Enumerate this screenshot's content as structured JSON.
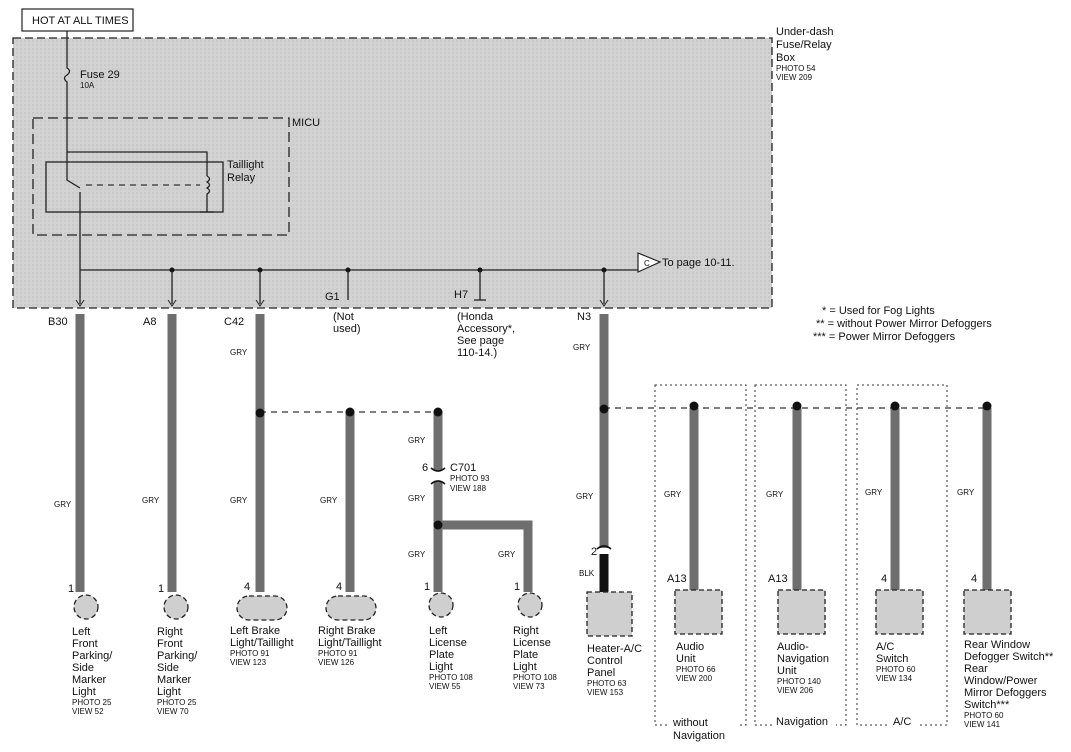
{
  "header": {
    "hot_label": "HOT AT ALL TIMES"
  },
  "fuse_box": {
    "name": [
      "Under-dash",
      "Fuse/Relay",
      "Box"
    ],
    "photo": "PHOTO 54",
    "view": "VIEW 209",
    "fuse": "Fuse 29",
    "fuse_rating": "10A",
    "micu": "MICU",
    "relay": [
      "Taillight",
      "Relay"
    ],
    "to_page_letter": "C",
    "to_page": "To page 10-11."
  },
  "legend": [
    "* = Used for Fog Lights",
    "** = without Power Mirror Defoggers",
    "*** = Power Mirror Defoggers"
  ],
  "terminals": {
    "b30": "B30",
    "a8": "A8",
    "c42": "C42",
    "g1": "G1",
    "h7": "H7",
    "n3": "N3",
    "g1_note": [
      "(Not",
      "used)"
    ],
    "h7_note": [
      "(Honda",
      "Accessory*,",
      "See page",
      "110-14.)"
    ]
  },
  "wire_colors": {
    "gry": "GRY",
    "blk": "BLK"
  },
  "connector_c701": {
    "name": "C701",
    "pin": "6",
    "photo": "PHOTO 93",
    "view": "VIEW 188"
  },
  "pins": {
    "p1": "1",
    "p2": "2",
    "p4": "4",
    "a13": "A13"
  },
  "components": {
    "left_front": {
      "name": [
        "Left",
        "Front",
        "Parking/",
        "Side",
        "Marker",
        "Light"
      ],
      "photo": "PHOTO 25",
      "view": "VIEW 52"
    },
    "right_front": {
      "name": [
        "Right",
        "Front",
        "Parking/",
        "Side",
        "Marker",
        "Light"
      ],
      "photo": "PHOTO 25",
      "view": "VIEW 70"
    },
    "left_brake": {
      "name": [
        "Left Brake",
        "Light/Taillight"
      ],
      "photo": "PHOTO 91",
      "view": "VIEW 123"
    },
    "right_brake": {
      "name": [
        "Right Brake",
        "Light/Taillight"
      ],
      "photo": "PHOTO 91",
      "view": "VIEW 126"
    },
    "left_license": {
      "name": [
        "Left",
        "License",
        "Plate",
        "Light"
      ],
      "photo": "PHOTO 108",
      "view": "VIEW 55"
    },
    "right_license": {
      "name": [
        "Right",
        "License",
        "Plate",
        "Light"
      ],
      "photo": "PHOTO 108",
      "view": "VIEW 73"
    },
    "heater_ac": {
      "name": [
        "Heater-A/C",
        "Control",
        "Panel"
      ],
      "photo": "PHOTO 63",
      "view": "VIEW 153"
    },
    "audio": {
      "name": [
        "Audio",
        "Unit"
      ],
      "photo": "PHOTO 66",
      "view": "VIEW 200"
    },
    "audio_nav": {
      "name": [
        "Audio-",
        "Navigation",
        "Unit"
      ],
      "photo": "PHOTO 140",
      "view": "VIEW 206"
    },
    "ac_switch": {
      "name": [
        "A/C",
        "Switch"
      ],
      "photo": "PHOTO 60",
      "view": "VIEW 134"
    },
    "rear_defogger": {
      "name": [
        "Rear Window",
        "Defogger Switch**",
        "Rear",
        "Window/Power",
        "Mirror Defoggers",
        "Switch***"
      ],
      "photo": "PHOTO 60",
      "view": "VIEW 141"
    }
  },
  "groups": {
    "without_nav": [
      "without",
      "Navigation"
    ],
    "navigation": "Navigation",
    "ac": "A/C"
  }
}
